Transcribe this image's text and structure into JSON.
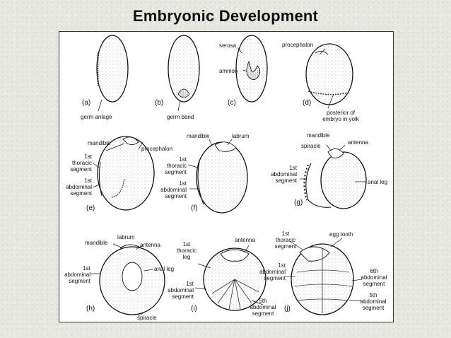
{
  "title": "Embryonic Development",
  "panels": [
    {
      "id": "a",
      "tag": "(a)",
      "labels": [
        "germ anlage"
      ]
    },
    {
      "id": "b",
      "tag": "(b)",
      "labels": [
        "germ band"
      ]
    },
    {
      "id": "c",
      "tag": "(c)",
      "labels": [
        "serosa",
        "amnion"
      ]
    },
    {
      "id": "d",
      "tag": "(d)",
      "labels": [
        "procephalon",
        "posterior of",
        "embryo in yolk"
      ]
    },
    {
      "id": "e",
      "tag": "(e)",
      "labels": [
        "mandible",
        "procephalon",
        "1st",
        "thoracic",
        "segment",
        "1st",
        "abdominal",
        "segment"
      ]
    },
    {
      "id": "f",
      "tag": "(f)",
      "labels": [
        "mandible",
        "labrum",
        "1st",
        "thoracic",
        "segment",
        "1st",
        "abdominal",
        "segment"
      ]
    },
    {
      "id": "g",
      "tag": "(g)",
      "labels": [
        "mandible",
        "spiracle",
        "antenna",
        "1st",
        "abdominal",
        "segment",
        "anal leg"
      ]
    },
    {
      "id": "h",
      "tag": "(h)",
      "labels": [
        "labrum",
        "mandible",
        "antenna",
        "1st",
        "abdominal",
        "segment",
        "anal leg",
        "spiracle"
      ]
    },
    {
      "id": "i",
      "tag": "(i)",
      "labels": [
        "1st",
        "thoracic",
        "leg",
        "antenna",
        "1st",
        "abdominal",
        "segment",
        "5th",
        "abdominal",
        "segment"
      ]
    },
    {
      "id": "j",
      "tag": "(j)",
      "labels": [
        "1st",
        "thoracic",
        "segment",
        "egg tooth",
        "1st",
        "abdominal",
        "segment",
        "6th",
        "abdominal",
        "segment",
        "5th",
        "abdominal",
        "segment"
      ]
    }
  ]
}
